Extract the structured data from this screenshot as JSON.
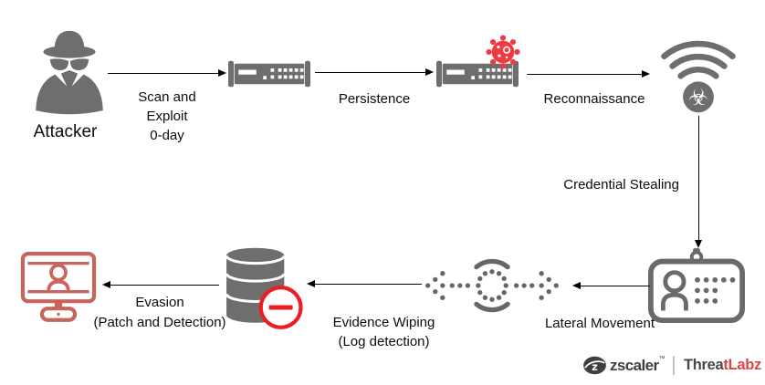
{
  "colors": {
    "background": "#ffffff",
    "icon_gray": "#6e6e6e",
    "virus_red": "#ee3b43",
    "block_red": "#ec1e24",
    "monitor_red": "#c6655e",
    "arrow_black": "#000000",
    "logo_dark": "#3e3f41",
    "logo_red": "#d6473f",
    "divider_gray": "#c4c4c4"
  },
  "icon_glyphs": {
    "biohazard": "☣"
  },
  "nodes": {
    "attacker": {
      "label": "Attacker",
      "icon": "spy-attacker-icon"
    },
    "edge_router": {
      "icon": "network-server-icon"
    },
    "infected_router": {
      "icon": "network-server-icon",
      "overlay_icon": "malware-virus-icon"
    },
    "compromised_wifi": {
      "icon": "wifi-biohazard-icon"
    },
    "credentials_badge": {
      "icon": "id-badge-icon"
    },
    "evidence_wiper": {
      "icon": "dotted-flow-circle-icon"
    },
    "blocked_database": {
      "icon": "database-prohibited-icon"
    },
    "detection_monitor": {
      "icon": "video-call-monitor-icon"
    }
  },
  "edges": {
    "scan_exploit": {
      "lines": [
        "Scan and",
        "Exploit",
        "0-day"
      ]
    },
    "persistence": {
      "label": "Persistence"
    },
    "reconnaissance": {
      "label": "Reconnaissance"
    },
    "credential_stealing": {
      "label": "Credential Stealing"
    },
    "lateral_movement": {
      "label": "Lateral Movement"
    },
    "evidence_wiping": {
      "lines": [
        "Evidence Wiping",
        "(Log detection)"
      ]
    },
    "evasion": {
      "lines": [
        "Evasion",
        "(Patch and Detection)"
      ]
    }
  },
  "branding": {
    "zscaler": "zscaler",
    "trademark": "™",
    "threatlabz_dark": "Threa",
    "threatlabz_red": "tLabz"
  }
}
